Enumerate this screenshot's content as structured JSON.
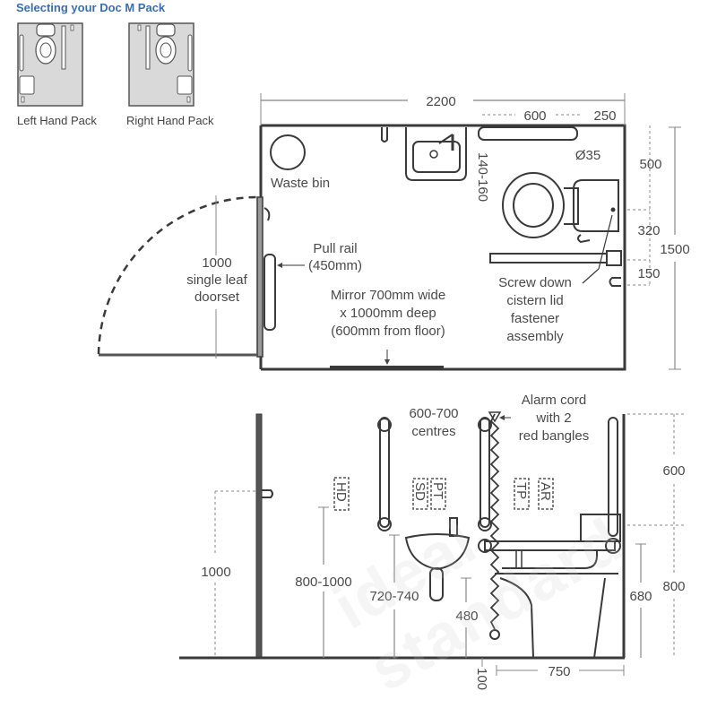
{
  "header": {
    "title": "Selecting your Doc M Pack"
  },
  "packs": [
    {
      "label": "Left Hand Pack"
    },
    {
      "label": "Right Hand Pack"
    }
  ],
  "plan": {
    "width_dim": "2200",
    "rail_dim_600": "600",
    "rail_dim_250": "250",
    "rail_dia": "Ø35",
    "basin_offset": "140-160",
    "dim_500": "500",
    "dim_320": "320",
    "dim_1500": "1500",
    "dim_150": "150",
    "waste_bin": "Waste bin",
    "door_1000": "1000",
    "door_line2": "single leaf",
    "door_line3": "doorset",
    "pull_rail_1": "Pull rail",
    "pull_rail_2": "(450mm)",
    "mirror_1": "Mirror 700mm wide",
    "mirror_2": "x 1000mm deep",
    "mirror_3": "(600mm from floor)",
    "cistern_1": "Screw down",
    "cistern_2": "cistern lid",
    "cistern_3": "fastener",
    "cistern_4": "assembly"
  },
  "elevation": {
    "centres_1": "600-700",
    "centres_2": "centres",
    "alarm_1": "Alarm cord",
    "alarm_2": "with 2",
    "alarm_3": "red bangles",
    "tag_hd": "HD",
    "tag_sd": "SD",
    "tag_pt": "PT",
    "tag_tp": "TP",
    "tag_ar": "AR",
    "dim_600": "600",
    "dim_1000": "1000",
    "dim_800_1000": "800-1000",
    "dim_720_740": "720-740",
    "dim_480": "480",
    "dim_680": "680",
    "dim_800": "800",
    "dim_750": "750",
    "dim_100": "100"
  },
  "watermark": "ideal standard"
}
